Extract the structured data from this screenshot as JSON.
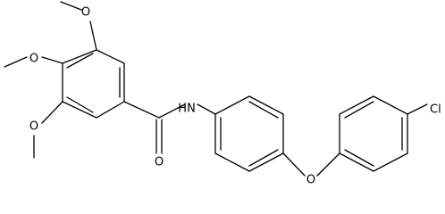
{
  "structure": {
    "atom_labels": {
      "o_top": "O",
      "o_mid": "O",
      "o_low": "O",
      "o_carbonyl": "O",
      "n_amide": "N",
      "h_amide": "H",
      "o_ether": "O",
      "cl": "Cl"
    }
  },
  "colors": {
    "bond": "#000000",
    "label": "#000000",
    "background": "#ffffff"
  }
}
